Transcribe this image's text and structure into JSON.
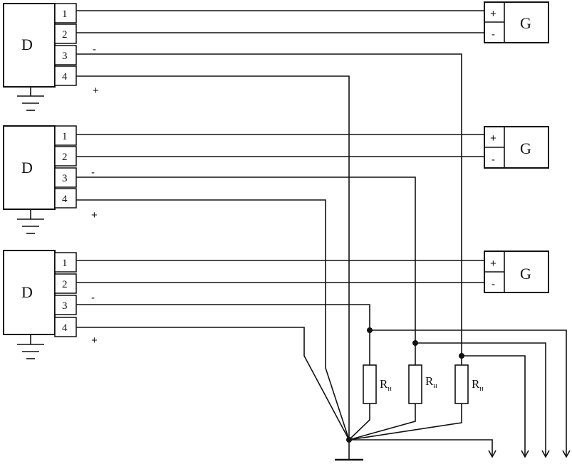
{
  "detector": {
    "label": "D",
    "terminals": [
      "1",
      "2",
      "3",
      "4"
    ],
    "neg_sign": "-",
    "pos_sign": "+"
  },
  "generator": {
    "label": "G",
    "pos_sign": "+",
    "neg_sign": "-"
  },
  "resistor": {
    "label": "R",
    "subscript": "н"
  }
}
